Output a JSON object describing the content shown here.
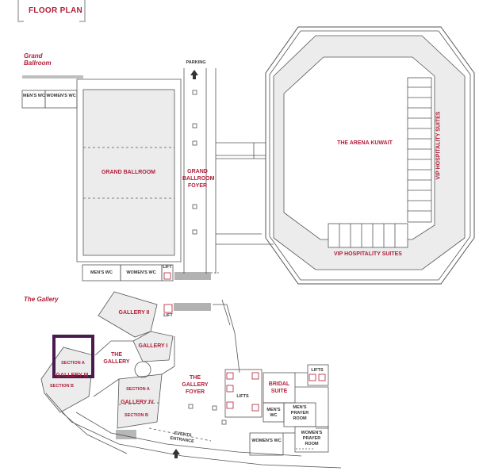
{
  "header": {
    "title": "FLOOR PLAN"
  },
  "sections": {
    "grand_ballroom_section": "Grand Ballroom",
    "gallery_section": "The Gallery"
  },
  "rooms": {
    "grand_ballroom": "GRAND BALLROOM",
    "grand_ballroom_foyer": "GRAND BALLROOM FOYER",
    "arena_kuwait": "THE ARENA KUWAIT",
    "vip_suites_vertical": "VIP HOSPITALITY SUITES",
    "vip_suites_bottom": "VIP HOSPITALITY SUITES",
    "gallery_ii": "GALLERY II",
    "gallery_i": "GALLERY I",
    "the_gallery": "THE GALLERY",
    "gallery_iii": "GALLERY III",
    "gallery_iv": "GALLERY IV",
    "gallery_foyer": "THE GALLERY FOYER",
    "bridal_suite": "BRIDAL SUITE"
  },
  "facilities": {
    "parking": "PARKING",
    "mens_wc_top": "MEN'S WC",
    "womens_wc_top": "WOMEN'S WC",
    "mens_wc_bottom": "MEN'S WC",
    "womens_wc_bottom": "WOMEN'S WC",
    "lift_ballroom": "LIFT",
    "lift_gallery": "LIFT",
    "lifts_upper": "LIFTS",
    "lifts_middle": "LIFTS",
    "section_a_iii": "SECTION A",
    "section_b_iii": "SECTION B",
    "section_a_iv": "SECTION A",
    "section_b_iv": "SECTION B",
    "mens_wc_gallery": "MEN'S WC",
    "mens_prayer": "MEN'S PRAYER ROOM",
    "womens_wc_gallery": "WOMEN'S WC",
    "womens_prayer": "WOMEN'S PRAYER ROOM",
    "events_entrance": "EVENTS ENTRANCE"
  },
  "colors": {
    "accent": "#b0203a",
    "room_fill": "#ececec",
    "outline": "#555555",
    "highlight": "#4a1a4e"
  }
}
